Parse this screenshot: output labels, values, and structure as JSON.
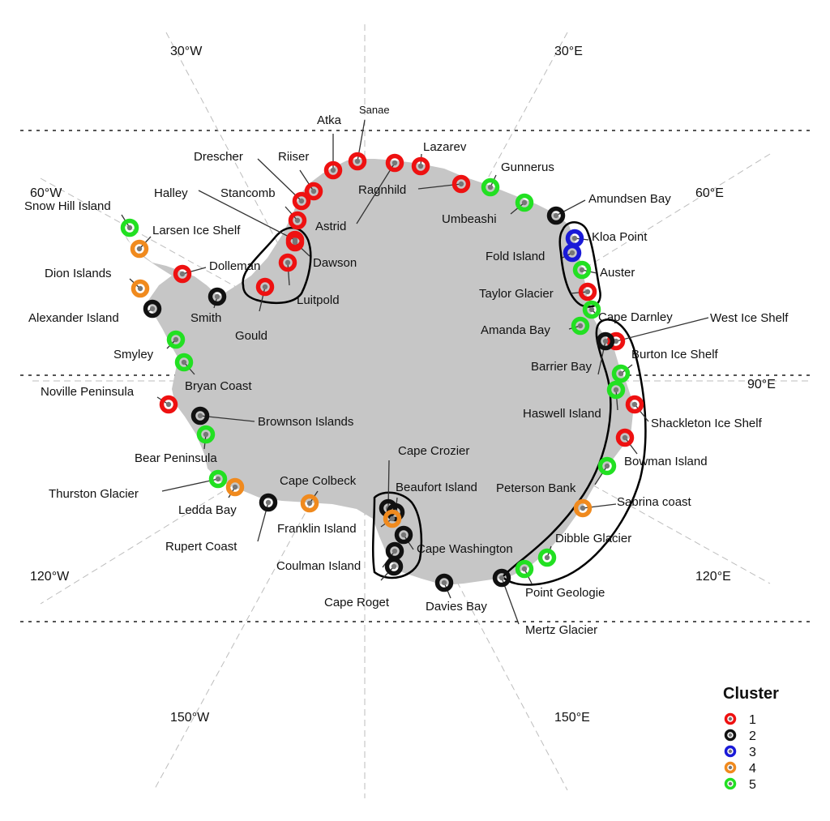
{
  "cluster_colors": {
    "1": "#ee1111",
    "2": "#111111",
    "3": "#1a1ad8",
    "4": "#f08a1e",
    "5": "#22e022"
  },
  "land_color": "#c6c6c6",
  "graticule": {
    "lat_lines": "dotted",
    "lon_lines": "dashed",
    "lon_labels": [
      "30°W",
      "30°E",
      "60°W",
      "60°E",
      "90°E",
      "120°W",
      "120°E",
      "150°W",
      "150°E"
    ]
  },
  "legend": {
    "title": "Cluster",
    "placement": "bottom-right",
    "items": [
      "1",
      "2",
      "3",
      "4",
      "5"
    ]
  },
  "stations": [
    {
      "name": "Snow Hill Island",
      "cluster": "5"
    },
    {
      "name": "Larsen Ice Shelf",
      "cluster": "4"
    },
    {
      "name": "Dion Islands",
      "cluster": "4"
    },
    {
      "name": "Alexander Island",
      "cluster": "2"
    },
    {
      "name": "Dolleman",
      "cluster": "1"
    },
    {
      "name": "Smith",
      "cluster": "2"
    },
    {
      "name": "Smyley",
      "cluster": "5"
    },
    {
      "name": "Bryan Coast",
      "cluster": "5"
    },
    {
      "name": "Noville Peninsula",
      "cluster": "1"
    },
    {
      "name": "Brownson Islands",
      "cluster": "2"
    },
    {
      "name": "Bear Peninsula",
      "cluster": "5"
    },
    {
      "name": "Thurston Glacier",
      "cluster": "5"
    },
    {
      "name": "Ledda Bay",
      "cluster": "4"
    },
    {
      "name": "Rupert Coast",
      "cluster": "2"
    },
    {
      "name": "Cape Colbeck",
      "cluster": "4"
    },
    {
      "name": "Halley",
      "cluster": "1"
    },
    {
      "name": "Stancomb",
      "cluster": "1"
    },
    {
      "name": "Drescher",
      "cluster": "1"
    },
    {
      "name": "Riiser",
      "cluster": "1"
    },
    {
      "name": "Atka",
      "cluster": "1"
    },
    {
      "name": "Sanae",
      "cluster": "1"
    },
    {
      "name": "Astrid",
      "cluster": "1"
    },
    {
      "name": "Dawson",
      "cluster": "1"
    },
    {
      "name": "Luitpold",
      "cluster": "1"
    },
    {
      "name": "Gould",
      "cluster": "1"
    },
    {
      "name": "Ragnhild",
      "cluster": "1"
    },
    {
      "name": "Lazarev",
      "cluster": "1"
    },
    {
      "name": "Gunnerus",
      "cluster": "5"
    },
    {
      "name": "Umbeashi",
      "cluster": "5"
    },
    {
      "name": "Amundsen Bay",
      "cluster": "2"
    },
    {
      "name": "Kloa Point",
      "cluster": "3"
    },
    {
      "name": "Fold Island",
      "cluster": "3"
    },
    {
      "name": "Auster",
      "cluster": "5"
    },
    {
      "name": "Taylor Glacier",
      "cluster": "1"
    },
    {
      "name": "Cape Darnley",
      "cluster": "5"
    },
    {
      "name": "Amanda Bay",
      "cluster": "5"
    },
    {
      "name": "West Ice Shelf",
      "cluster": "1"
    },
    {
      "name": "Barrier Bay",
      "cluster": "2"
    },
    {
      "name": "Burton Ice Shelf",
      "cluster": "5"
    },
    {
      "name": "Haswell Island",
      "cluster": "5"
    },
    {
      "name": "Shackleton Ice Shelf",
      "cluster": "1"
    },
    {
      "name": "Bowman Island",
      "cluster": "1"
    },
    {
      "name": "Peterson Bank",
      "cluster": "5"
    },
    {
      "name": "Sabrina coast",
      "cluster": "4"
    },
    {
      "name": "Dibble Glacier",
      "cluster": "5"
    },
    {
      "name": "Point Geologie",
      "cluster": "5"
    },
    {
      "name": "Mertz Glacier",
      "cluster": "2"
    },
    {
      "name": "Davies Bay",
      "cluster": "2"
    },
    {
      "name": "Cape Crozier",
      "cluster": "2"
    },
    {
      "name": "Beaufort Island",
      "cluster": "2"
    },
    {
      "name": "Franklin Island",
      "cluster": "4"
    },
    {
      "name": "Cape Washington",
      "cluster": "2"
    },
    {
      "name": "Coulman Island",
      "cluster": "2"
    },
    {
      "name": "Cape Roget",
      "cluster": "2"
    }
  ]
}
